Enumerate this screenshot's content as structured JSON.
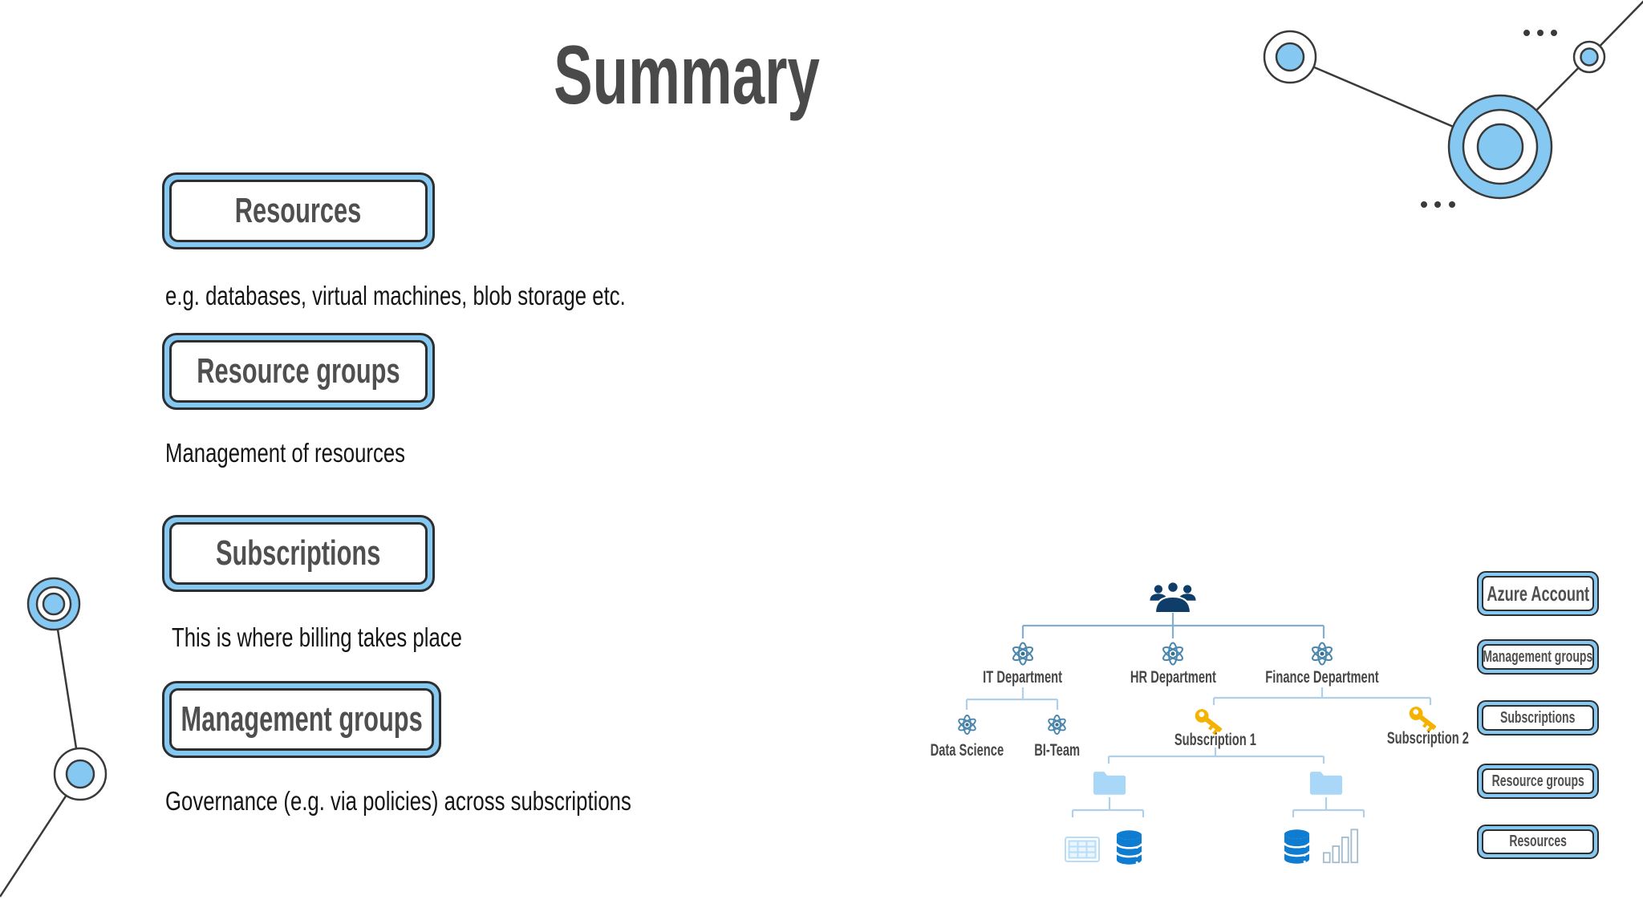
{
  "title": "Summary",
  "concepts": [
    {
      "label": "Resources",
      "description": "e.g. databases, virtual machines, blob storage etc."
    },
    {
      "label": "Resource groups",
      "description": "Management of resources"
    },
    {
      "label": "Subscriptions",
      "description": "This is where billing takes place"
    },
    {
      "label": "Management groups",
      "description": "Governance (e.g. via policies) across subscriptions"
    }
  ],
  "hierarchy": {
    "root_icon": "people-icon",
    "departments": [
      {
        "label": "IT Department",
        "icon": "atom-icon"
      },
      {
        "label": "HR Department",
        "icon": "atom-icon"
      },
      {
        "label": "Finance Department",
        "icon": "atom-icon"
      }
    ],
    "teams": [
      {
        "label": "Data Science",
        "icon": "atom-icon"
      },
      {
        "label": "BI-Team",
        "icon": "atom-icon"
      }
    ],
    "subscriptions": [
      {
        "label": "Subscription 1",
        "icon": "key-icon"
      },
      {
        "label": "Subscription 2",
        "icon": "key-icon"
      }
    ],
    "resource_icons": [
      "folder-icon",
      "table-icon",
      "database-icon",
      "bar-chart-icon"
    ]
  },
  "scopes": [
    {
      "label": "Azure Account"
    },
    {
      "label": "Management groups"
    },
    {
      "label": "Subscriptions"
    },
    {
      "label": "Resource groups"
    },
    {
      "label": "Resources"
    }
  ],
  "colors": {
    "accent_blue": "#85C9F2",
    "outline_dark": "#2E2E2E",
    "navy_people": "#0D3D68",
    "atom_steel_blue": "#4B86AE",
    "key_gold": "#F5B301",
    "folder_blue": "#A9D7F7",
    "database_blue": "#0E7DD1",
    "connector_blue": "#AFD0E8",
    "heading_gray": "#4A4A4A"
  }
}
